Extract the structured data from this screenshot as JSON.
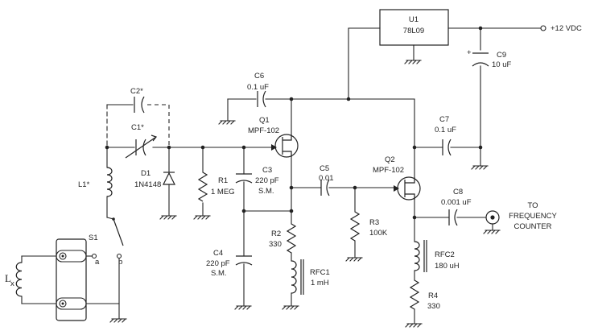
{
  "components": {
    "u1": {
      "ref": "U1",
      "part": "78L09"
    },
    "supply": {
      "label": "+12 VDC"
    },
    "c9": {
      "ref": "C9",
      "value": "10 uF",
      "polarity": "+"
    },
    "c6": {
      "ref": "C6",
      "value": "0.1 uF"
    },
    "c2": {
      "ref": "C2*"
    },
    "c1": {
      "ref": "C1*"
    },
    "q1": {
      "ref": "Q1",
      "part": "MPF-102"
    },
    "c7": {
      "ref": "C7",
      "value": "0.1 uF"
    },
    "l1": {
      "ref": "L1*"
    },
    "d1": {
      "ref": "D1",
      "part": "1N4148"
    },
    "r1": {
      "ref": "R1",
      "value": "1 MEG"
    },
    "c3": {
      "ref": "C3",
      "value": "220 pF",
      "type": "S.M."
    },
    "c5": {
      "ref": "C5",
      "value": "0.01"
    },
    "q2": {
      "ref": "Q2",
      "part": "MPF-102"
    },
    "c8": {
      "ref": "C8",
      "value": "0.001 uF"
    },
    "output": {
      "line1": "TO",
      "line2": "FREQUENCY",
      "line3": "COUNTER"
    },
    "s1": {
      "ref": "S1",
      "pos_a": "a",
      "pos_b": "b"
    },
    "r2": {
      "ref": "R2",
      "value": "330"
    },
    "r3": {
      "ref": "R3",
      "value": "100K"
    },
    "c4": {
      "ref": "C4",
      "value": "220 pF",
      "type": "S.M."
    },
    "rfc2": {
      "ref": "RFC2",
      "value": "180 uH"
    },
    "rfc1": {
      "ref": "RFC1",
      "value": "1 mH"
    },
    "lx": {
      "ref": "L",
      "sub": "x"
    },
    "r4": {
      "ref": "R4",
      "value": "330"
    }
  }
}
